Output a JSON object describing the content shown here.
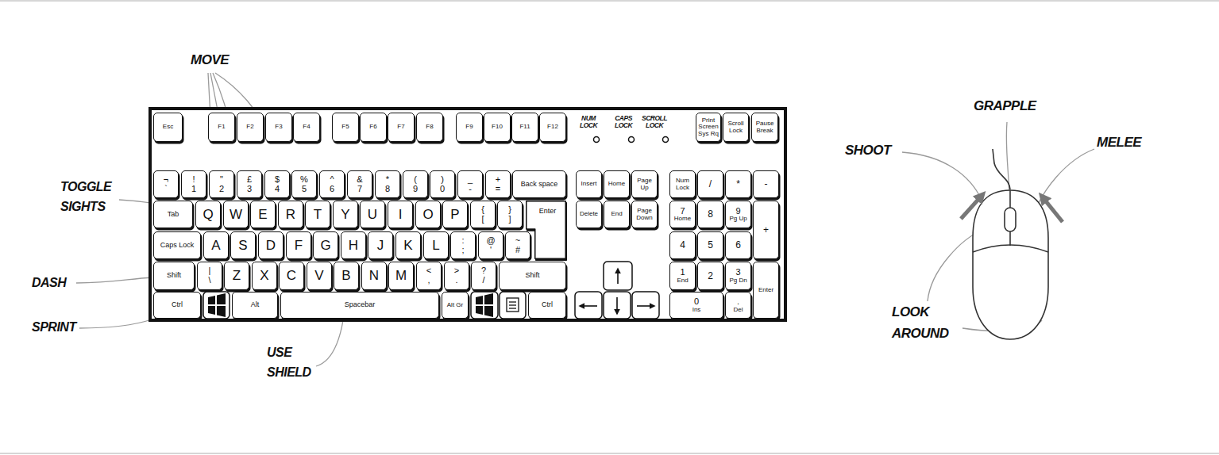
{
  "diagram": {
    "nodes": [
      {
        "text": [
          "Esc"
        ]
      },
      {
        "text": [
          "F1"
        ]
      },
      {
        "text": [
          "F2"
        ]
      },
      {
        "text": [
          "F3"
        ]
      },
      {
        "text": [
          "F4"
        ]
      },
      {
        "text": [
          "F5"
        ]
      },
      {
        "text": [
          "F6"
        ]
      },
      {
        "text": [
          "F7"
        ]
      },
      {
        "text": [
          "F8"
        ]
      },
      {
        "text": [
          "F9"
        ]
      },
      {
        "text": [
          "F10"
        ]
      },
      {
        "text": [
          "F11"
        ]
      },
      {
        "text": [
          "F12"
        ]
      },
      {
        "text": [
          "Print Screen",
          "Sys Rq"
        ]
      },
      {
        "text": [
          "Scroll Lock"
        ]
      },
      {
        "text": [
          "Pause Break"
        ]
      },
      {
        "text": [
          "¬",
          "`"
        ]
      },
      {
        "text": [
          "!",
          "1"
        ]
      },
      {
        "text": [
          "\"",
          "2"
        ]
      },
      {
        "text": [
          "£",
          "3"
        ]
      },
      {
        "text": [
          "$",
          "4"
        ]
      },
      {
        "text": [
          "%",
          "5"
        ]
      },
      {
        "text": [
          "^",
          "6"
        ]
      },
      {
        "text": [
          "&",
          "7"
        ]
      },
      {
        "text": [
          "*",
          "8"
        ]
      },
      {
        "text": [
          "(",
          "9"
        ]
      },
      {
        "text": [
          ")",
          "0"
        ]
      },
      {
        "text": [
          "_",
          "-"
        ]
      },
      {
        "text": [
          "+",
          "="
        ]
      },
      {
        "text": [
          "Back space"
        ]
      },
      {
        "text": [
          "Insert"
        ]
      },
      {
        "text": [
          "Home"
        ]
      },
      {
        "text": [
          "Page Up"
        ]
      },
      {
        "text": [
          "Num Lock"
        ]
      },
      {
        "text": [
          "/"
        ]
      },
      {
        "text": [
          "*"
        ]
      },
      {
        "text": [
          "-"
        ]
      },
      {
        "text": [
          "Tab"
        ]
      },
      {
        "text": [
          "Q"
        ]
      },
      {
        "text": [
          "W"
        ]
      },
      {
        "text": [
          "E"
        ]
      },
      {
        "text": [
          "R"
        ]
      },
      {
        "text": [
          "T"
        ]
      },
      {
        "text": [
          "Y"
        ]
      },
      {
        "text": [
          "U"
        ]
      },
      {
        "text": [
          "I"
        ]
      },
      {
        "text": [
          "O"
        ]
      },
      {
        "text": [
          "P"
        ]
      },
      {
        "text": [
          "{",
          "["
        ]
      },
      {
        "text": [
          "}",
          "]"
        ]
      },
      {
        "text": [
          "Enter"
        ]
      },
      {
        "text": [
          "Delete"
        ]
      },
      {
        "text": [
          "End"
        ]
      },
      {
        "text": [
          "Page Down"
        ]
      },
      {
        "text": [
          "7",
          "Home"
        ]
      },
      {
        "text": [
          "8"
        ]
      },
      {
        "text": [
          "9",
          "Pg Up"
        ]
      },
      {
        "text": [
          "+"
        ]
      },
      {
        "text": [
          "Caps Lock"
        ]
      },
      {
        "text": [
          "A"
        ]
      },
      {
        "text": [
          "S"
        ]
      },
      {
        "text": [
          "D"
        ]
      },
      {
        "text": [
          "F"
        ]
      },
      {
        "text": [
          "G"
        ]
      },
      {
        "text": [
          "H"
        ]
      },
      {
        "text": [
          "J"
        ]
      },
      {
        "text": [
          "K"
        ]
      },
      {
        "text": [
          "L"
        ]
      },
      {
        "text": [
          ":",
          ";"
        ]
      },
      {
        "text": [
          "@",
          "'"
        ]
      },
      {
        "text": [
          "~",
          "#"
        ]
      },
      {
        "text": [
          "4"
        ]
      },
      {
        "text": [
          "5"
        ]
      },
      {
        "text": [
          "6"
        ]
      },
      {
        "text": [
          "Shift"
        ]
      },
      {
        "text": [
          "|",
          "\\"
        ]
      },
      {
        "text": [
          "Z"
        ]
      },
      {
        "text": [
          "X"
        ]
      },
      {
        "text": [
          "C"
        ]
      },
      {
        "text": [
          "V"
        ]
      },
      {
        "text": [
          "B"
        ]
      },
      {
        "text": [
          "N"
        ]
      },
      {
        "text": [
          "M"
        ]
      },
      {
        "text": [
          "<",
          ","
        ]
      },
      {
        "text": [
          ">",
          "."
        ]
      },
      {
        "text": [
          "?",
          "/"
        ]
      },
      {
        "text": [
          "Shift"
        ]
      },
      {
        "text": [
          "1",
          "End"
        ]
      },
      {
        "text": [
          "2"
        ]
      },
      {
        "text": [
          "3",
          "Pg Dn"
        ]
      },
      {
        "text": [
          "Enter"
        ]
      },
      {
        "text": [
          "Ctrl"
        ]
      },
      {
        "text": [
          "Alt"
        ]
      },
      {
        "text": [
          "Spacebar"
        ]
      },
      {
        "text": [
          "Alt Gr"
        ]
      },
      {
        "text": [
          "Ctrl"
        ]
      },
      {
        "text": [
          "0",
          "Ins"
        ]
      },
      {
        "text": [
          ".",
          "Del"
        ]
      }
    ],
    "labels": [
      "MOVE",
      "TOGGLE SIGHTS",
      "DASH",
      "SPRINT",
      "USE SHIELD",
      "NUM LOCK",
      "CAPS LOCK",
      "SCROLL LOCK",
      "GRAPPLE",
      "SHOOT",
      "MELEE",
      "LOOK AROUND"
    ]
  }
}
